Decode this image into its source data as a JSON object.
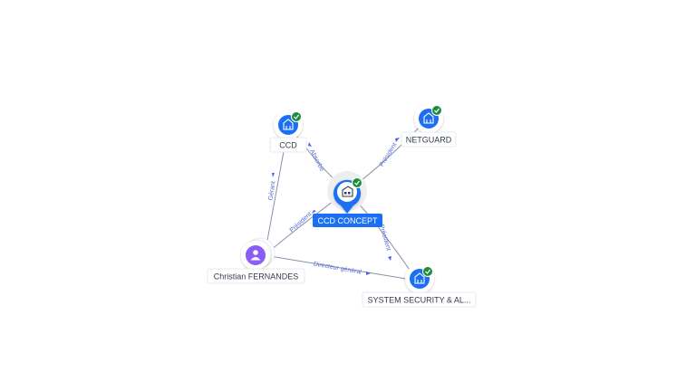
{
  "colors": {
    "company_blue": "#1a6ff2",
    "person_purple": "#8b5cf6",
    "check_green": "#1e8e3e",
    "edge_label": "#5a6fd6"
  },
  "nodes": {
    "ccd": {
      "label": "CCD",
      "icon": "building-icon"
    },
    "netguard": {
      "label": "NETGUARD",
      "icon": "building-icon"
    },
    "ccd_concept": {
      "label": "CCD CONCEPT",
      "icon": "building-icon"
    },
    "christian": {
      "label": "Christian FERNANDES",
      "icon": "person-icon"
    },
    "system": {
      "label": "SYSTEM SECURITY & AL...",
      "icon": "building-icon"
    }
  },
  "edges": {
    "absorbe": "Absorbe",
    "president_netguard": "Président",
    "gerant": "Gérant",
    "president_concept": "Président",
    "president_system": "Président",
    "directeur": "Directeur général"
  }
}
